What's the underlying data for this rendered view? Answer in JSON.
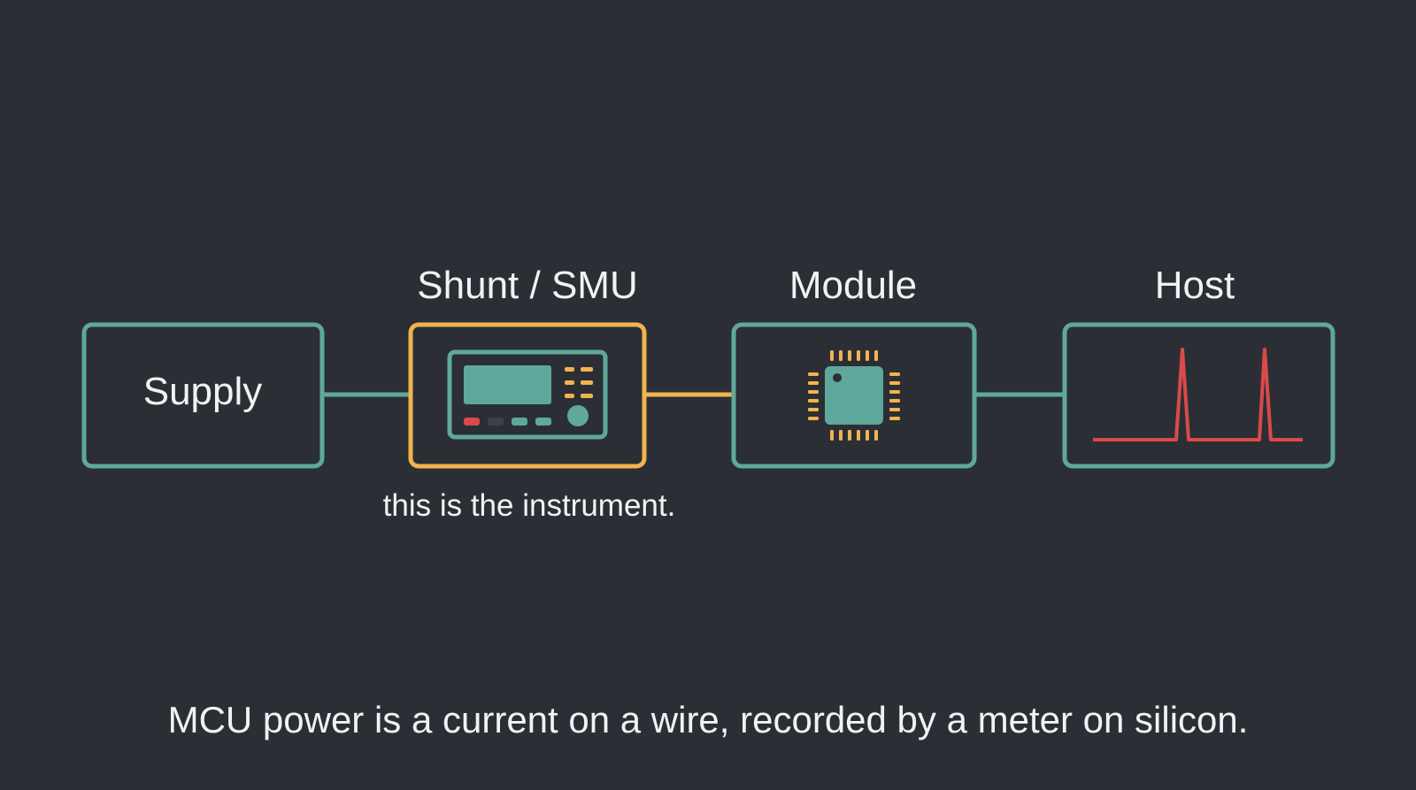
{
  "colors": {
    "background": "#2b2f35",
    "teal": "#5fa89c",
    "orange": "#f2b34f",
    "red": "#d94a4a",
    "text": "#f2f2f2"
  },
  "nodes": {
    "supply": {
      "label": "Supply",
      "icon": "none"
    },
    "shunt": {
      "label": "Shunt / SMU",
      "icon": "meter-icon",
      "note": "this is the instrument."
    },
    "module": {
      "label": "Module",
      "icon": "chip-icon"
    },
    "host": {
      "label": "Host",
      "icon": "current-spike-waveform-icon"
    }
  },
  "caption": "MCU power is a current on a wire, recorded by a meter on silicon."
}
